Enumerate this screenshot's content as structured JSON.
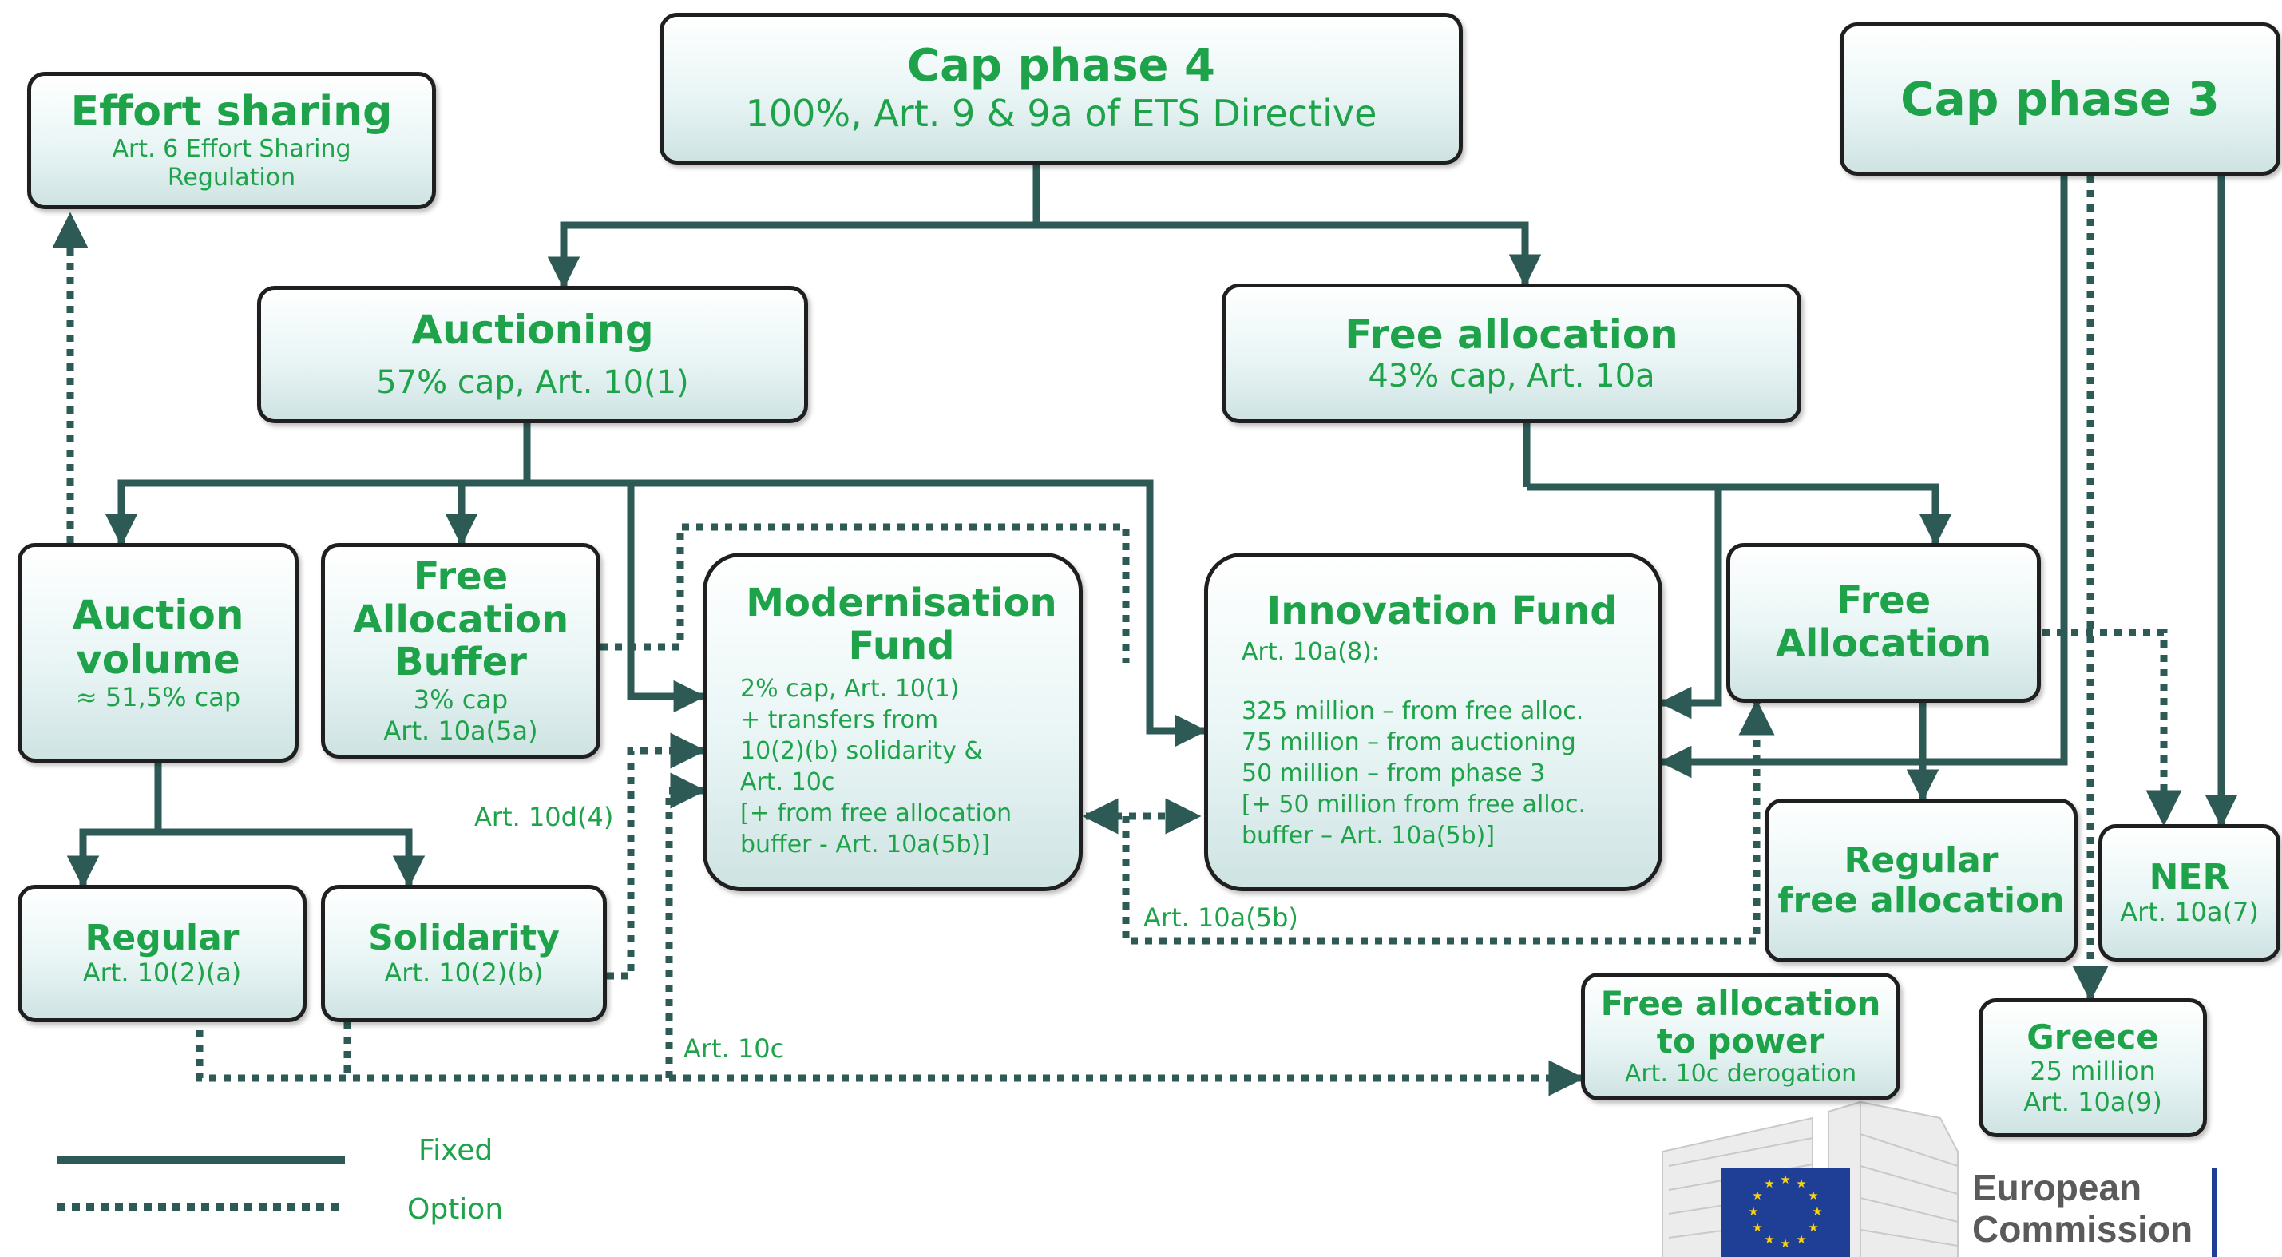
{
  "colors": {
    "line": "#2e5a55",
    "text": "#1ea34a",
    "box_border": "#1f1f1f"
  },
  "boxes": {
    "effort_sharing": {
      "title": "Effort sharing",
      "sub": "Art. 6 Effort Sharing\nRegulation"
    },
    "cap4": {
      "title": "Cap phase 4",
      "sub": "100%, Art. 9 & 9a of ETS Directive"
    },
    "cap3": {
      "title": "Cap phase 3"
    },
    "auctioning": {
      "title": "Auctioning",
      "sub": "57% cap, Art. 10(1)"
    },
    "free_allocation_top": {
      "title": "Free allocation",
      "sub": "43% cap, Art. 10a"
    },
    "auction_volume": {
      "title": "Auction\nvolume",
      "sub": "≈ 51,5% cap"
    },
    "fab": {
      "title": "Free\nAllocation\nBuffer",
      "sub": "3% cap\nArt. 10a(5a)"
    },
    "modernisation": {
      "title": "Modernisation\nFund",
      "body": "2% cap, Art. 10(1)\n+ transfers from\n10(2)(b) solidarity &\nArt. 10c\n[+ from free allocation\nbuffer - Art. 10a(5b)]"
    },
    "innovation": {
      "title": "Innovation Fund",
      "body1": "Art. 10a(8):",
      "body2": "325 million – from free alloc.\n75 million – from auctioning\n50 million – from phase 3\n[+ 50 million from free alloc.\nbuffer – Art. 10a(5b)]"
    },
    "free_alloc_mid": {
      "title": "Free\nAllocation"
    },
    "regular": {
      "title": "Regular",
      "sub": "Art. 10(2)(a)"
    },
    "solidarity": {
      "title": "Solidarity",
      "sub": "Art. 10(2)(b)"
    },
    "regular_free": {
      "title": "Regular\nfree allocation"
    },
    "ner": {
      "title": "NER",
      "sub": "Art. 10a(7)"
    },
    "free_power": {
      "title": "Free allocation\nto power",
      "sub": "Art. 10c derogation"
    },
    "greece": {
      "title": "Greece",
      "sub": "25 million\nArt. 10a(9)"
    }
  },
  "labels": {
    "art10d4": "Art. 10d(4)",
    "art10a5b": "Art. 10a(5b)",
    "art10c": "Art. 10c"
  },
  "legend": {
    "fixed": "Fixed",
    "option": "Option"
  },
  "logo": {
    "line1": "European",
    "line2": "Commission"
  }
}
